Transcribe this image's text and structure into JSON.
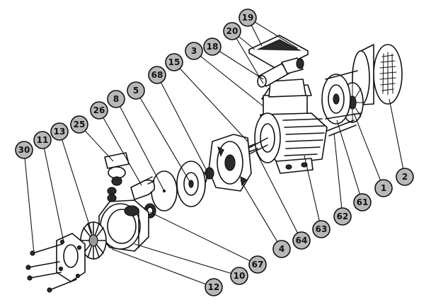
{
  "labels": [
    {
      "id": "19",
      "text": "19"
    },
    {
      "id": "20",
      "text": "20"
    },
    {
      "id": "18",
      "text": "18"
    },
    {
      "id": "3",
      "text": "3"
    },
    {
      "id": "15",
      "text": "15"
    },
    {
      "id": "68",
      "text": "68"
    },
    {
      "id": "5",
      "text": "5"
    },
    {
      "id": "8",
      "text": "8"
    },
    {
      "id": "26",
      "text": "26"
    },
    {
      "id": "25",
      "text": "25"
    },
    {
      "id": "13",
      "text": "13"
    },
    {
      "id": "11",
      "text": "11"
    },
    {
      "id": "30",
      "text": "30"
    },
    {
      "id": "2",
      "text": "2"
    },
    {
      "id": "1",
      "text": "1"
    },
    {
      "id": "61",
      "text": "61"
    },
    {
      "id": "62",
      "text": "62"
    },
    {
      "id": "63",
      "text": "63"
    },
    {
      "id": "64",
      "text": "64"
    },
    {
      "id": "4",
      "text": "4"
    },
    {
      "id": "67",
      "text": "67"
    },
    {
      "id": "10",
      "text": "10"
    },
    {
      "id": "12",
      "text": "12"
    }
  ]
}
